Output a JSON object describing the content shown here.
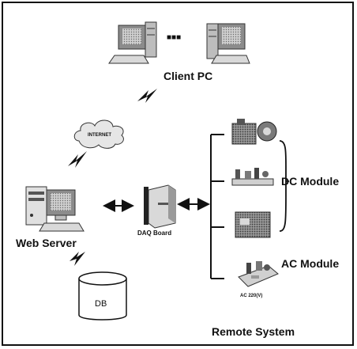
{
  "labels": {
    "client_pc": "Client PC",
    "ellipsis": "■■■",
    "internet": "INTERNET",
    "web_server": "Web Server",
    "db": "DB",
    "daq_board": "DAQ Board",
    "dc_module": "DC Module",
    "ac_module": "AC Module",
    "ac_voltage": "AC 220(V)",
    "remote_system": "Remote System"
  },
  "colors": {
    "ink": "#111111",
    "screen": "#8c8c8c",
    "device": "#7a7a7a",
    "light": "#d9d9d9"
  },
  "icons": {
    "client_computers": "desktop-computer-icon",
    "network_link": "lightning-icon",
    "cloud": "cloud-icon",
    "server": "server-computer-icon",
    "database": "database-cylinder-icon",
    "daq": "daq-board-icon",
    "modules": "hardware-module-icon"
  }
}
